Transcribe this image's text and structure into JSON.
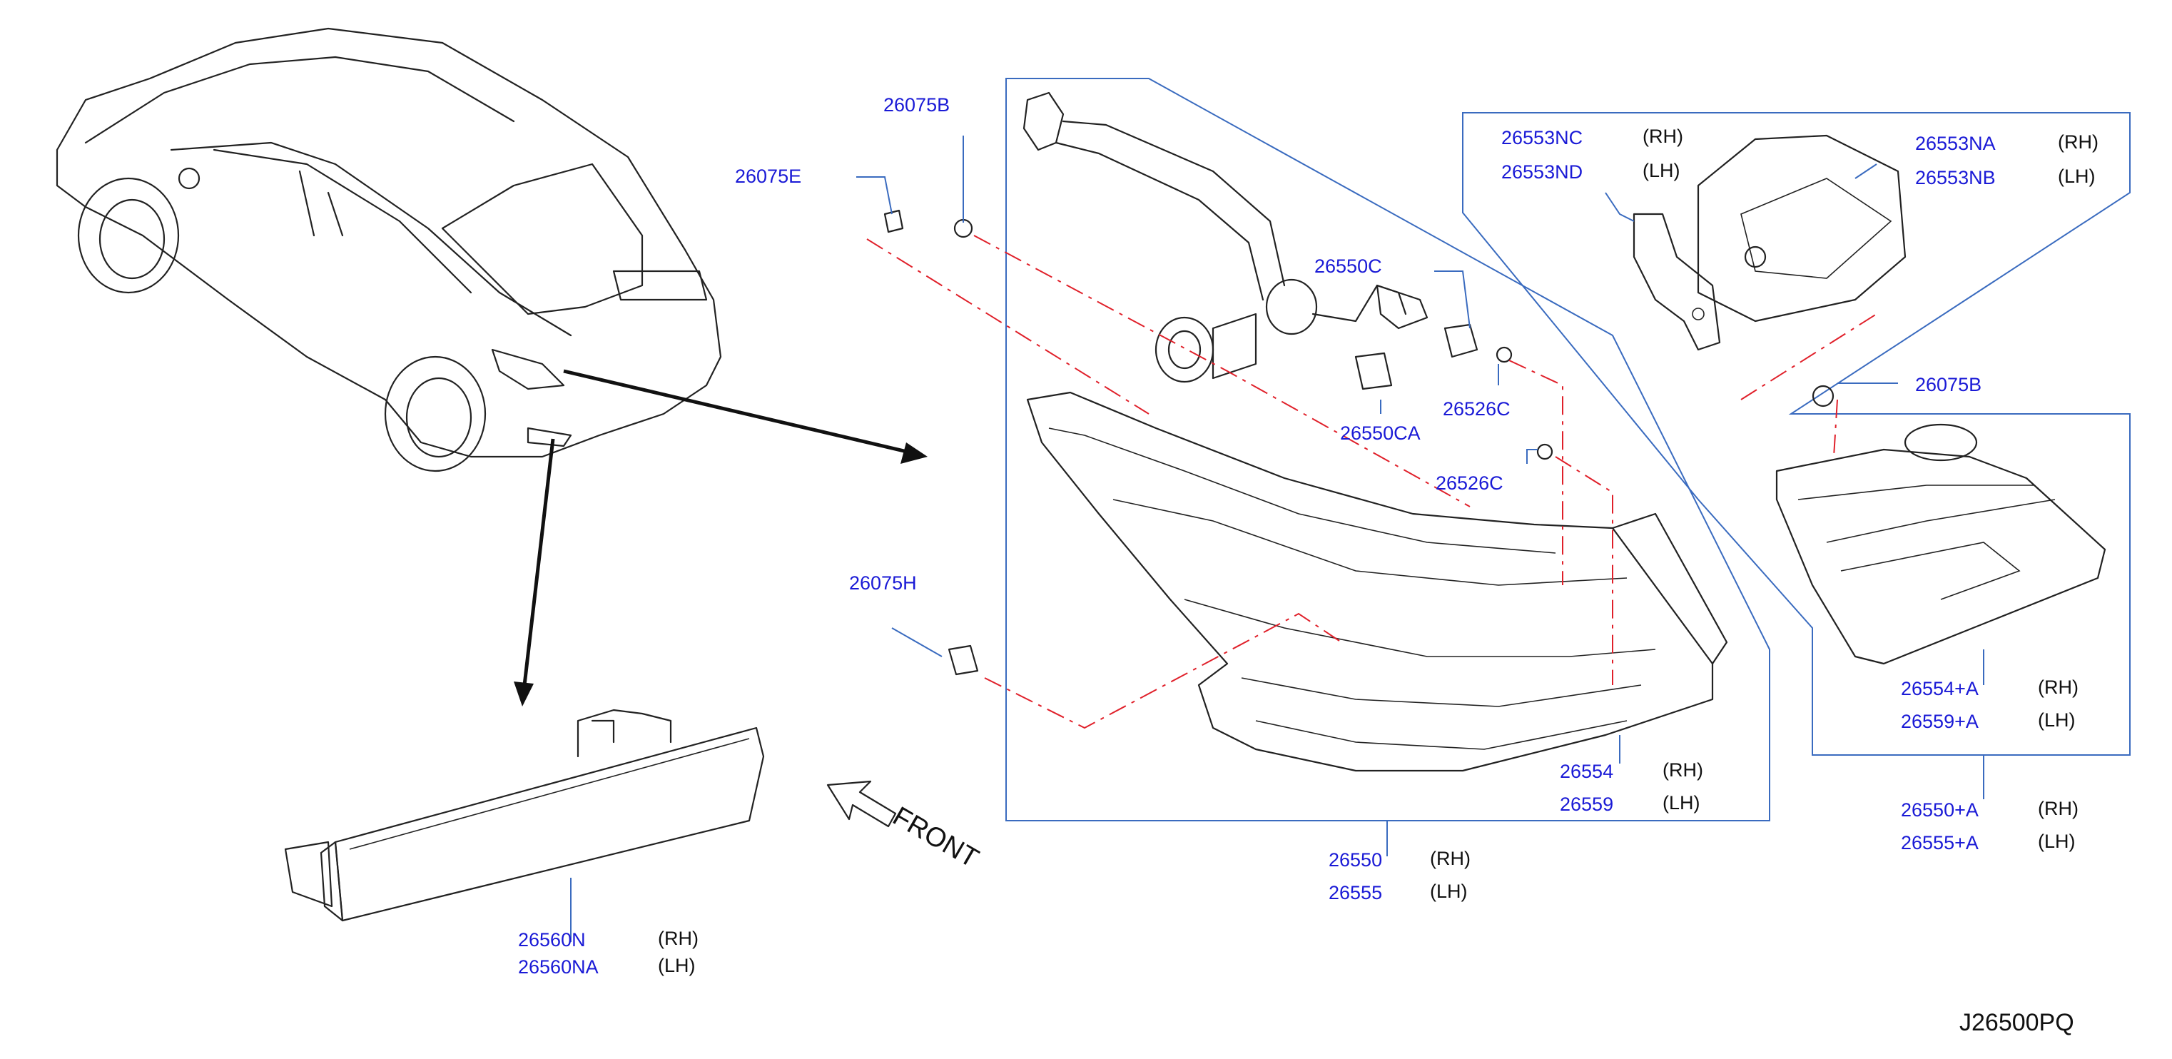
{
  "diagram_code": "J26500PQ",
  "front_label": "FRONT",
  "colors": {
    "part_number": "#1a1ad6",
    "group_box": "#3a6bbf",
    "dash_line": "#e0202a",
    "drawing": "#222222"
  },
  "labels": {
    "p26075E": "26075E",
    "p26075B_top": "26075B",
    "p26075B_right": "26075B",
    "p26075H": "26075H",
    "p26550C": "26550C",
    "p26550CA": "26550CA",
    "p26526C_upper": "26526C",
    "p26526C_lower": "26526C",
    "p26553NC": "26553NC",
    "p26553ND": "26553ND",
    "p26553NA": "26553NA",
    "p26553NB": "26553NB",
    "p26554": "26554",
    "p26559": "26559",
    "p26550": "26550",
    "p26555": "26555",
    "p26554A": "26554+A",
    "p26559A": "26559+A",
    "p26550A": "26550+A",
    "p26555A": "26555+A",
    "p26560N": "26560N",
    "p26560NA": "26560NA"
  },
  "sides": {
    "rh": "(RH)",
    "lh": "(LH)"
  }
}
